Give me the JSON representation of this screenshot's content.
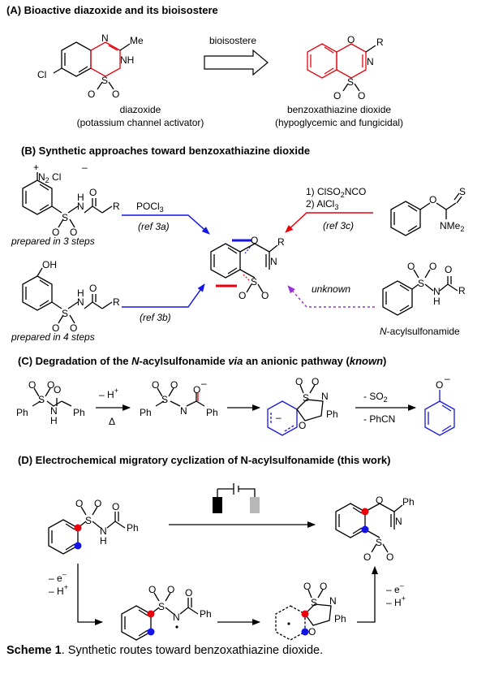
{
  "sections": {
    "a": "(A) Bioactive diazoxide and its bioisostere",
    "b": "(B) Synthetic approaches toward benzoxathiazine dioxide",
    "c_pre": "(C) Degradation of the ",
    "c_n": "N",
    "c_mid1": "-acylsulfonamide ",
    "c_via": "via",
    "c_mid2": " an anionic pathway (",
    "c_known": "known",
    "c_end": ")",
    "d": "(D) Electrochemical migratory cyclization of N-acylsulfonamide (this work)"
  },
  "panel_a": {
    "arrow_label": "bioisostere",
    "left_name": "diazoxide",
    "left_desc": "(potassium channel activator)",
    "right_name": "benzoxathiazine dioxide",
    "right_desc": "(hypoglycemic and fungicidal)"
  },
  "panel_b": {
    "reagent_top_left": "POCl",
    "reagent_top_left_sub": "3",
    "ref_a": "(ref 3a)",
    "ref_b": "(ref 3b)",
    "ref_c": "(ref 3c)",
    "reagent_right_1": "1) ClSO",
    "reagent_right_1_sub": "2",
    "reagent_right_1_end": "NCO",
    "reagent_right_2": "2) AlCl",
    "reagent_right_2_sub": "3",
    "unknown": "unknown",
    "note_top": "prepared in 3 steps",
    "note_bottom": "prepared in 4 steps",
    "acyl_label_n": "N",
    "acyl_label_rest": "-acylsulfonamide"
  },
  "panel_c": {
    "deprot": "– H",
    "deprot_sup": "+",
    "heat": "Δ",
    "loss_so2": "- SO",
    "loss_so2_sub": "2",
    "loss_phcn": "- PhCN"
  },
  "panel_d": {
    "ox_e": "– e",
    "ox_h": "– H",
    "plus": "+",
    "minus": "–"
  },
  "caption": {
    "label": "Scheme 1",
    "text": ". Synthetic routes toward benzoxathiazine dioxide."
  },
  "colors": {
    "red": "#e8000b",
    "blue": "#1414e6",
    "purple": "#9b30d9",
    "black": "#000000",
    "grey": "#b8b8b8"
  }
}
